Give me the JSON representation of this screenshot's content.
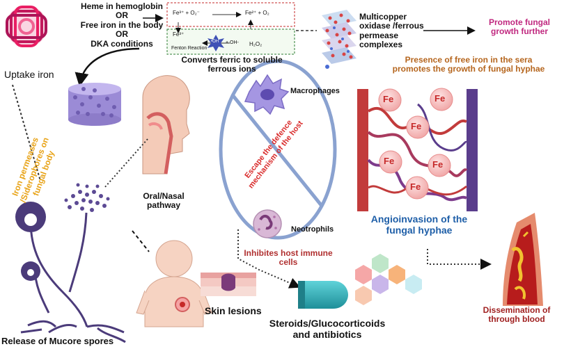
{
  "sources": {
    "line1": "Heme in hemoglobin",
    "or1": "OR",
    "line2": "Free iron in the body",
    "or2": "OR",
    "line3": "DKA conditions"
  },
  "uptake_iron": "Uptake iron",
  "reaction_box": {
    "top_left": "Fe³⁺ + O₂⁻",
    "top_right": "Fe²⁺ + O₂",
    "bottom_left": "Fe³⁺",
    "radical": "•OH",
    "bottom_mid": "+ OH-",
    "bottom_right": "H₂O₂",
    "fenton_label": "Fenton Reaction"
  },
  "converts_label": {
    "line1": "Converts ferric to soluble",
    "line2": "ferrous ions"
  },
  "multicopper_label": {
    "line1": "Multicopper",
    "line2": "oxidase /ferrous",
    "line3": "permease",
    "line4": "complexes"
  },
  "promote_label": {
    "line1": "Promote fungal",
    "line2": "growth further"
  },
  "free_iron_sera": {
    "line1": "Presence of free iron in the sera",
    "line2": "promotes the growth of fungal hyphae"
  },
  "iron_permeases": {
    "line1": "Iron permeases",
    "line2": "/Siderophores on",
    "line3": "fungal body"
  },
  "macrophages": "Macrophages",
  "escape_label": {
    "line1": "Escape the defence",
    "line2": "mechanism of the host"
  },
  "neutrophils": "Neotrophils",
  "oral_nasal": {
    "line1": "Oral/Nasal",
    "line2": "pathway"
  },
  "inhibites": {
    "line1": "Inhibites host immune",
    "line2": "cells"
  },
  "fe_label": "Fe",
  "angioinvasion": {
    "line1": "Angioinvasion of the",
    "line2": "fungal hyphae"
  },
  "dissemination": {
    "line1": "Dissemination of",
    "line2": "through blood"
  },
  "skin_lesions": "Skin lesions",
  "steroids": {
    "line1": "Steroids/Glucocorticoids",
    "line2": "and antibiotics"
  },
  "release_spores": "Release of Mucore spores",
  "colors": {
    "promote": "#c0287f",
    "free_iron": "#b5651d",
    "permeases": "#e8a317",
    "escape": "#d92b2b",
    "inhibites": "#b03030",
    "angio": "#1f5fa8",
    "dissemination": "#a02020",
    "ellipse": "#8aa2d0",
    "fungus": "#4b3b7a"
  },
  "icons": [
    "iron-cluster-icon",
    "permease-layer-icon",
    "hyphae-cylinder-icon",
    "macrophage-icon",
    "neutrophil-icon",
    "blood-vessel-icon",
    "artery-clot-icon",
    "head-profile-icon",
    "child-body-icon",
    "skin-layer-icon",
    "capsule-icon",
    "hexagon-cluster-icon",
    "mucor-fungus-icon"
  ]
}
